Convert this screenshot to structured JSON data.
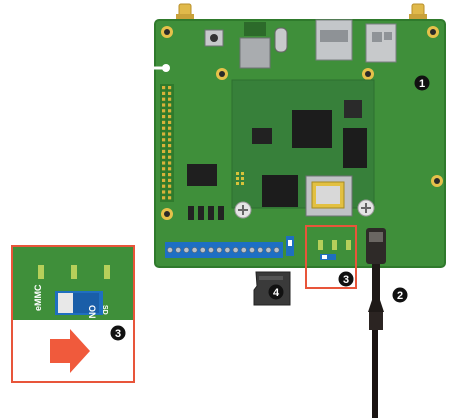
{
  "callouts": {
    "board": "1",
    "cable": "2",
    "switch": "3",
    "sdcard": "4",
    "inset": "3"
  },
  "inset": {
    "switch_label_top": "eMMC",
    "switch_label_on": "ON",
    "switch_label_sd": "SD"
  },
  "colors": {
    "pcb": "#3f8f3a",
    "pcb_edge": "#2f7a2c",
    "highlight": "#e8553a",
    "arrow": "#f05a3c",
    "switch_blue": "#1f6fc0",
    "terminal_blue": "#1e6fc4",
    "header_gold": "#d8b23a",
    "antenna_gold": "#e0b94a",
    "chip": "#1c1c1c",
    "metal": "#b9bcbf",
    "cable": "#1a1412"
  },
  "icons": {
    "direction": "arrow-right-icon",
    "badge": "numbered-circle-icon"
  }
}
